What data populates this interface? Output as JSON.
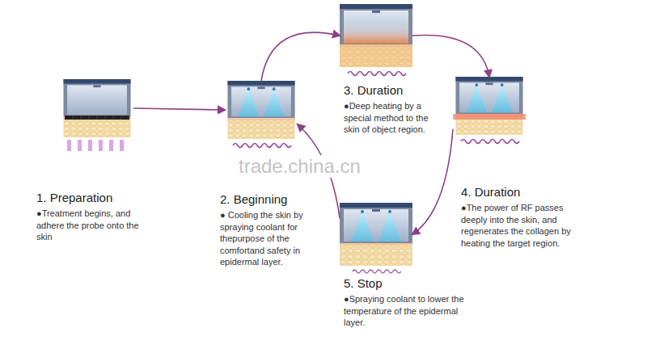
{
  "diagram": {
    "nodes": [
      {
        "text": [
          "1. Preparation",
          "●Treatment begins, and adhere the probe onto the skin"
        ]
      },
      {
        "text": [
          "2. Beginning",
          "● Cooling the skin by spraying coolant for thepurpose of the comfortand safety in epidermal layer."
        ]
      },
      {
        "text": [
          "3. Duration",
          "●Deep heating by a special method to the skin of object region."
        ]
      },
      {
        "text": [
          "4. Duration",
          "●The power of RF passes deeply into the skin, and regenerates the collagen by heating the target region."
        ]
      },
      {
        "text": [
          "5. Stop",
          "●Spraying coolant to lower the temperature of the epidermal layer."
        ]
      }
    ],
    "edges": [
      {
        "from": 0,
        "to": 1,
        "arrow": "to"
      },
      {
        "from": 1,
        "to": 2,
        "arrow": "to"
      },
      {
        "from": 2,
        "to": 3,
        "arrow": "to"
      },
      {
        "from": 3,
        "to": 4,
        "arrow": "to"
      },
      {
        "from": 4,
        "to": 1,
        "arrow": "to"
      }
    ],
    "labels": [
      "trade.china.cn"
    ]
  }
}
